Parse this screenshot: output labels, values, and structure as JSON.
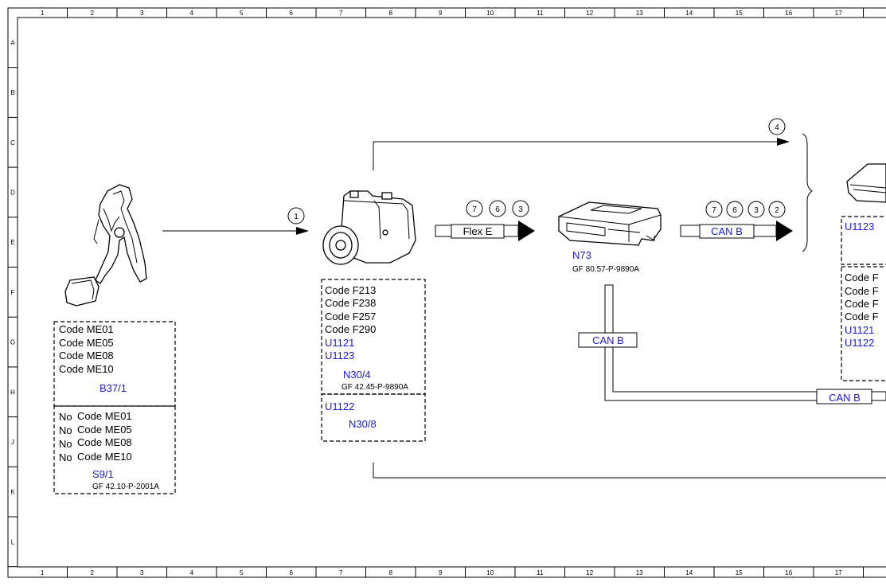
{
  "grid": {
    "columns": [
      "1",
      "2",
      "3",
      "4",
      "5",
      "6",
      "7",
      "8",
      "9",
      "10",
      "11",
      "12",
      "13",
      "14",
      "15",
      "16",
      "17"
    ],
    "rows": [
      "A",
      "B",
      "C",
      "D",
      "E",
      "F",
      "G",
      "H",
      "J",
      "K",
      "L"
    ]
  },
  "connections": {
    "arrow_1": "1",
    "arrow_4": "4",
    "flex_markers": [
      "7",
      "6",
      "3"
    ],
    "can_markers": [
      "7",
      "6",
      "3",
      "2"
    ],
    "flex_label": "Flex E",
    "can_label_1": "CAN B",
    "can_label_2": "CAN B",
    "can_label_3": "CAN B"
  },
  "b37": {
    "codes": [
      "Code ME01",
      "Code ME05",
      "Code ME08",
      "Code ME10"
    ],
    "id": "B37/1"
  },
  "s9": {
    "codes": [
      {
        "prefix": "No",
        "code": "Code ME01"
      },
      {
        "prefix": "No",
        "code": "Code ME05"
      },
      {
        "prefix": "No",
        "code": "Code ME08"
      },
      {
        "prefix": "No",
        "code": "Code ME10"
      }
    ],
    "id": "S9/1",
    "ref": "GF 42.10-P-2001A"
  },
  "n30_4": {
    "codes": [
      "Code F213",
      "Code F238",
      "Code F257",
      "Code F290"
    ],
    "faults": [
      "U1121",
      "U1123"
    ],
    "id": "N30/4",
    "ref": "GF 42.45-P-9890A"
  },
  "n30_8": {
    "faults": [
      "U1122"
    ],
    "id": "N30/8"
  },
  "n73": {
    "id": "N73",
    "ref": "GF 80.57-P-9890A"
  },
  "right_box": {
    "top_fault": "U1123",
    "codes": [
      "Code F",
      "Code F",
      "Code F",
      "Code F"
    ],
    "faults": [
      "U1121",
      "U1122"
    ]
  },
  "colors": {
    "fault_blue": "#1a1acc",
    "line": "#000000"
  }
}
